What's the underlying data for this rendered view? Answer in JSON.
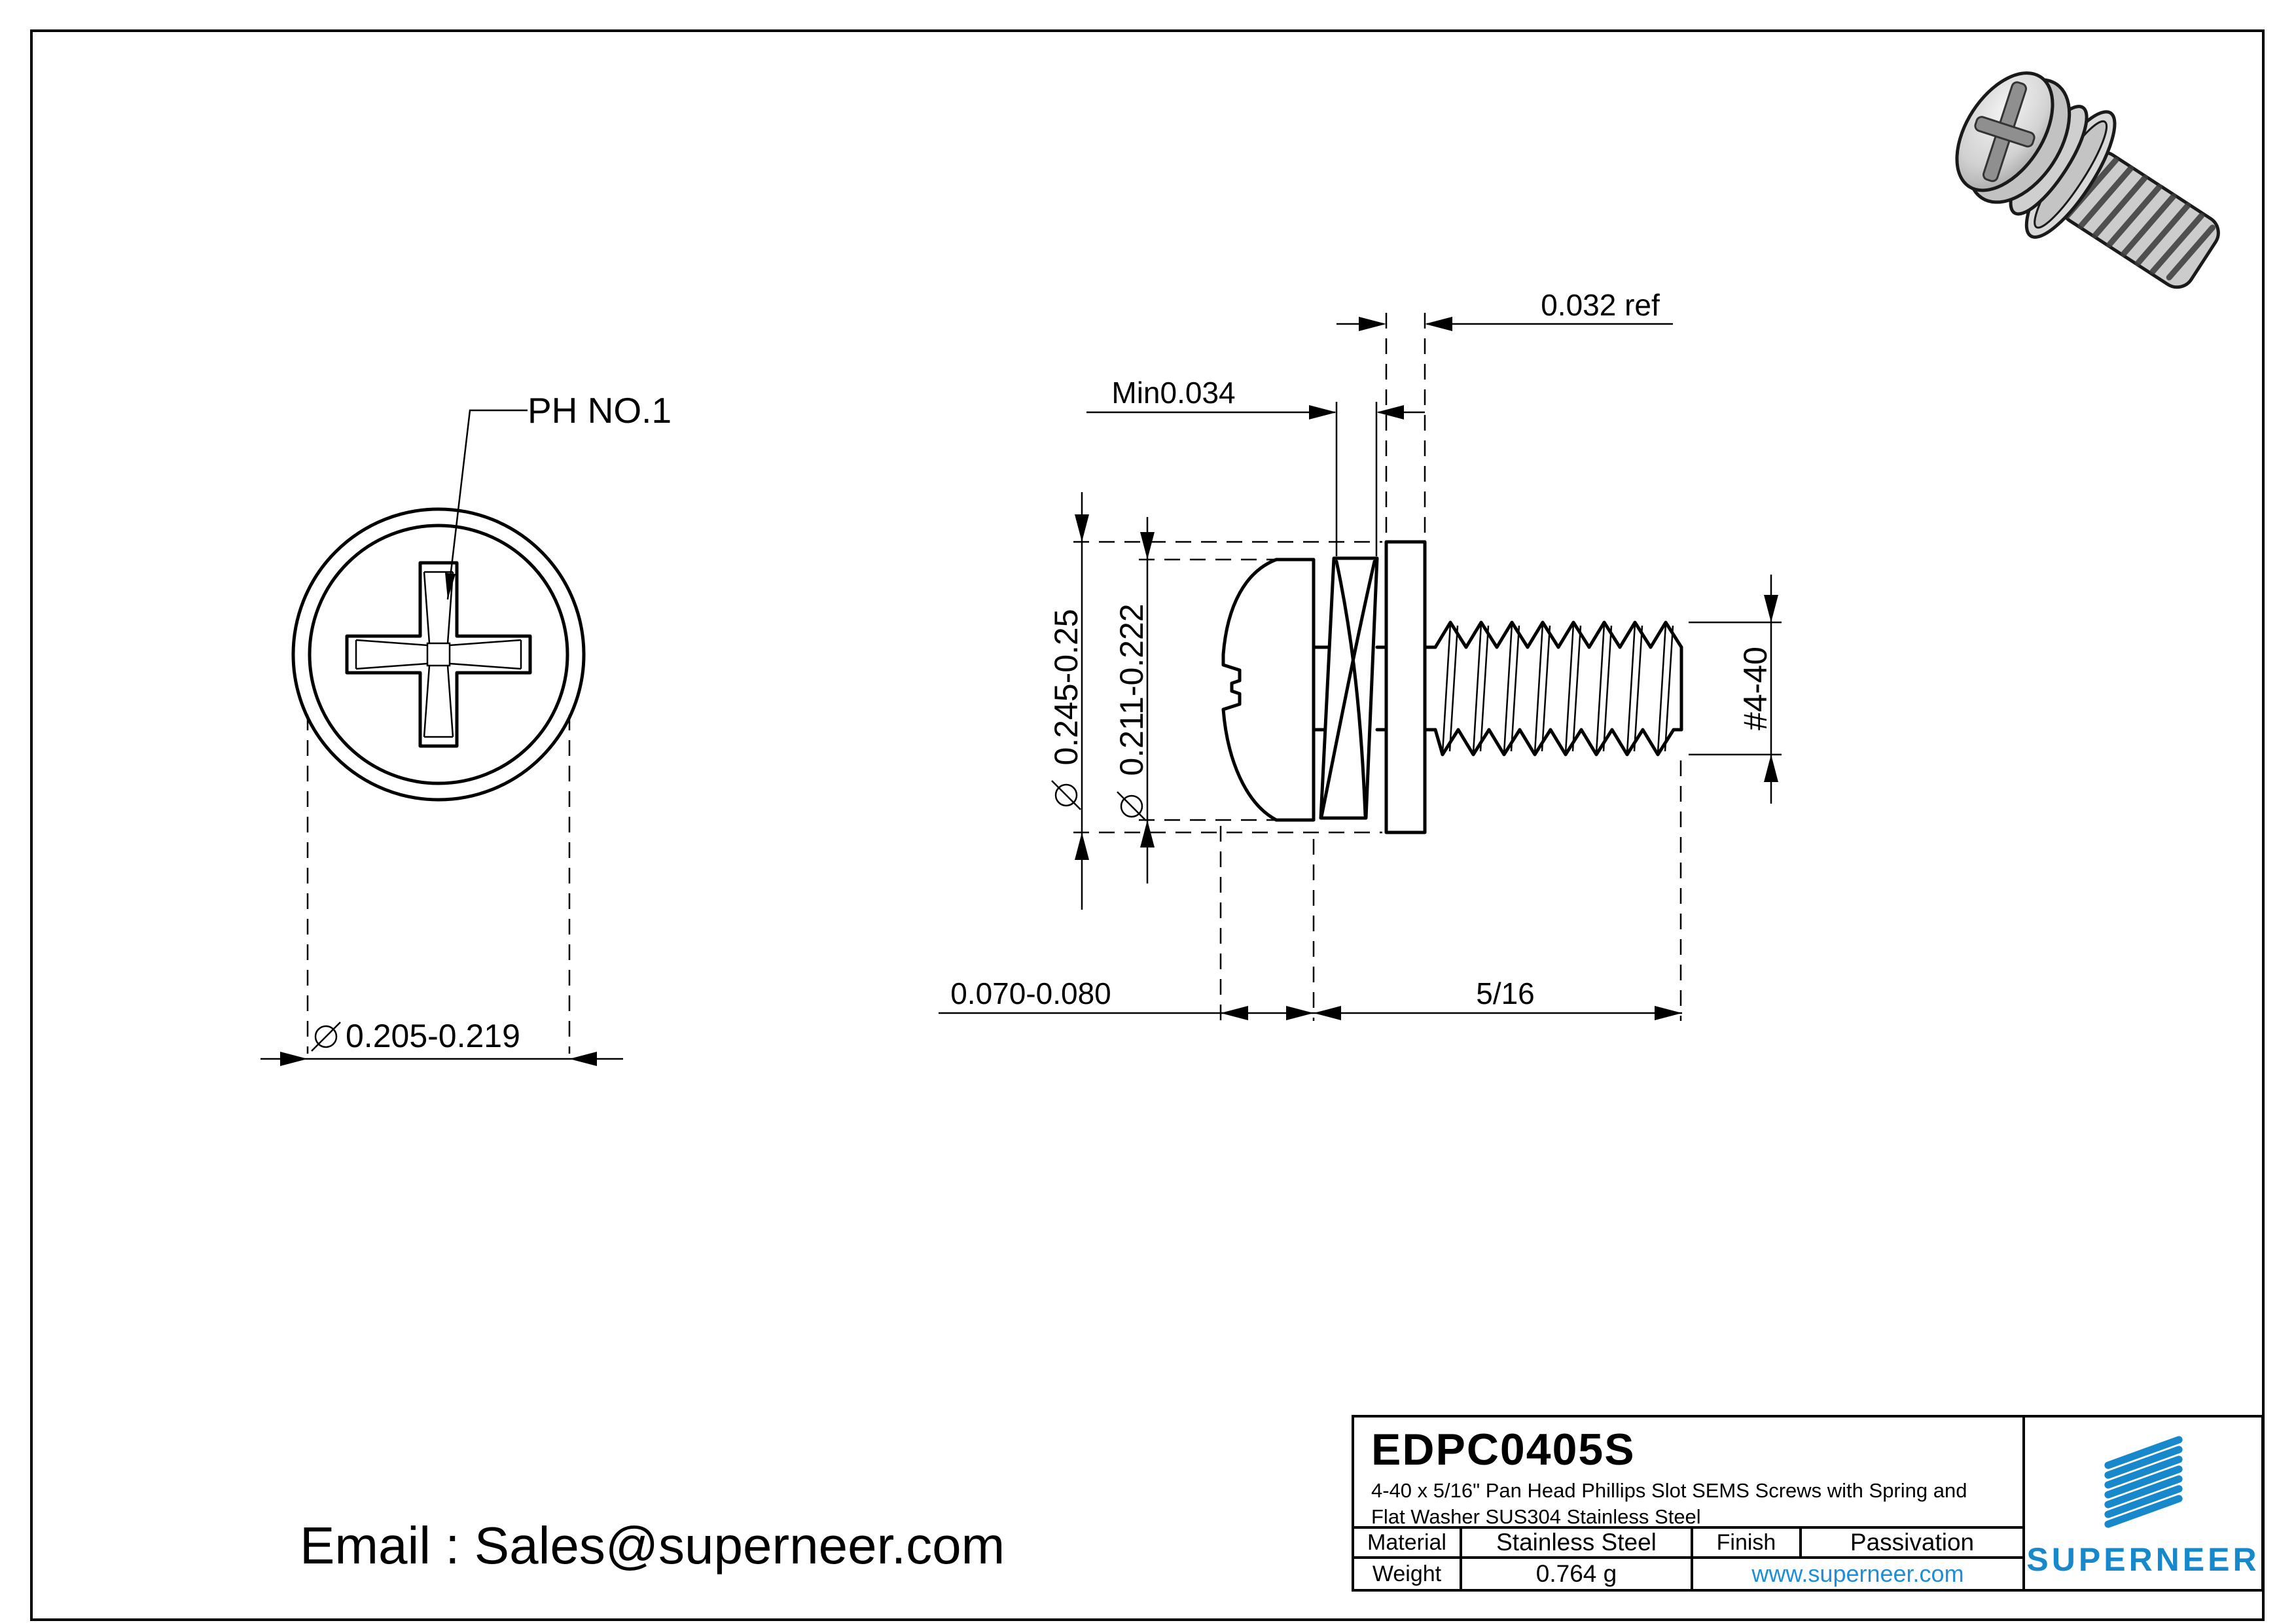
{
  "drawing": {
    "front_view": {
      "callout": "PH NO.1",
      "head_dia": "0.205-0.219"
    },
    "side_view": {
      "washer_thickness_ref": "0.032 ref",
      "spring_min_height": "Min0.034",
      "washer_od": "0.245-0.25",
      "spring_od": "0.211-0.222",
      "thread_spec": "#4-40",
      "head_height": "0.070-0.080",
      "thread_length": "5/16"
    }
  },
  "contact": {
    "email_line": "Email : Sales@superneer.com"
  },
  "title_block": {
    "part_number": "EDPC0405S",
    "description_line1": "4-40 x 5/16\" Pan Head Phillips Slot SEMS Screws with Spring and",
    "description_line2": "Flat Washer SUS304 Stainless Steel",
    "material_label": "Material",
    "material_value": "Stainless Steel",
    "finish_label": "Finish",
    "finish_value": "Passivation",
    "weight_label": "Weight",
    "weight_value": "0.764 g",
    "website": "www.superneer.com",
    "brand_name": "SUPERNEER"
  },
  "colors": {
    "brand_blue": "#1788cb",
    "link_blue": "#1f8ed6",
    "line_black": "#000000"
  }
}
